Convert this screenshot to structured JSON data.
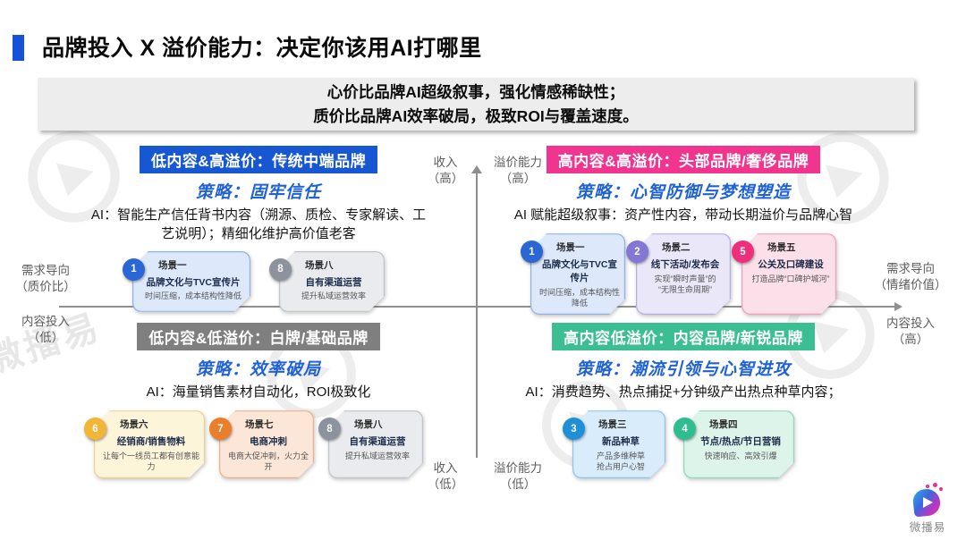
{
  "page": {
    "title": "品牌投入 X 溢价能力：决定你该用AI打哪里"
  },
  "banner": {
    "line1": "心价比品牌AI超级叙事，强化情感稀缺性；",
    "line2": "质价比品牌AI效率破局，极致ROI与覆盖速度。"
  },
  "accent": {
    "title_bar": "#1552d8",
    "strategy": "#1f62d8",
    "axis_line": "#8f8f8f"
  },
  "axes": {
    "top_left": "收入\n（高）",
    "top_right": "溢价能力\n（高）",
    "bottom_left": "收入\n（低）",
    "bottom_right": "溢价能力\n（低）",
    "left_top": "需求导向\n（质价比）",
    "left_bottom": "内容投入\n（低）",
    "right_top": "需求导向\n（情绪价值）",
    "right_bottom": "内容投入\n（高）"
  },
  "quadrants": [
    {
      "id": "top-left",
      "header": "低内容&高溢价：传统中端品牌",
      "header_bg": "#1857d2",
      "strategy": "策略：固牢信任",
      "ai": "AI：智能生产信任背书内容（溯源、质检、专家解读、工艺说明）；精细化维护高价值老客",
      "cards": [
        {
          "num": "1",
          "label": "场景一",
          "title": "品牌文化与TVC宣传片",
          "subtitle": "时间压缩，成本结构性降低",
          "colors": {
            "circle": "#2a66d4",
            "bg": "#dde9fb",
            "border": "#8fb1e8"
          }
        },
        {
          "num": "8",
          "label": "场景八",
          "title": "自有渠道运营",
          "subtitle": "提升私域运营效率",
          "colors": {
            "circle": "#8d939c",
            "bg": "#e9ebee",
            "border": "#bfc4cb"
          }
        }
      ]
    },
    {
      "id": "top-right",
      "header": "高内容&高溢价：头部品牌/奢侈品牌",
      "header_bg": "#f1348e",
      "strategy": "策略：心智防御与梦想塑造",
      "ai": "AI 赋能超级叙事：资产性内容，带动长期溢价与品牌心智",
      "cards": [
        {
          "num": "1",
          "label": "场景一",
          "title": "品牌文化与TVC宣传片",
          "subtitle": "时间压缩，成本结构性降低",
          "colors": {
            "circle": "#2a66d4",
            "bg": "#dde9fb",
            "border": "#8fb1e8"
          }
        },
        {
          "num": "2",
          "label": "场景二",
          "title": "线下活动/发布会",
          "subtitle": "实现“瞬时声量”的\n“无限生命周期”",
          "colors": {
            "circle": "#8377d6",
            "bg": "#eae7f9",
            "border": "#b6ace6"
          }
        },
        {
          "num": "5",
          "label": "场景五",
          "title": "公关及口碑建设",
          "subtitle": "打造品牌“口碑护城河”",
          "colors": {
            "circle": "#ee2f7b",
            "bg": "#fbdfe9",
            "border": "#f29ebd"
          }
        }
      ]
    },
    {
      "id": "bottom-left",
      "header": "低内容&低溢价：白牌/基础品牌",
      "header_bg": "#7f7f7f",
      "strategy": "策略：效率破局",
      "ai": "AI：海量销售素材自动化，ROI极致化",
      "cards": [
        {
          "num": "6",
          "label": "场景六",
          "title": "经销商/销售物料",
          "subtitle": "让每个一线员工都有创意能力",
          "colors": {
            "circle": "#f2b636",
            "bg": "#fdf5da",
            "border": "#ecd493"
          }
        },
        {
          "num": "7",
          "label": "场景七",
          "title": "电商冲刺",
          "subtitle": "电商大促冲刺，火力全开",
          "colors": {
            "circle": "#ec7d2b",
            "bg": "#fbe6d7",
            "border": "#eeb088"
          }
        },
        {
          "num": "8",
          "label": "场景八",
          "title": "自有渠道运营",
          "subtitle": "提升私域运营效率",
          "colors": {
            "circle": "#8d939c",
            "bg": "#e9ebee",
            "border": "#bfc4cb"
          }
        }
      ]
    },
    {
      "id": "bottom-right",
      "header": "高内容低溢价：内容品牌/新锐品牌",
      "header_bg": "#3bbf92",
      "strategy": "策略：潮流引领与心智进攻",
      "ai": "AI：消费趋势、热点捕捉+分钟级产出热点种草内容；",
      "cards": [
        {
          "num": "3",
          "label": "场景三",
          "title": "新品种草",
          "subtitle": "产品多维种草\n抢占用户心智",
          "colors": {
            "circle": "#1f8fd8",
            "bg": "#d9ecfb",
            "border": "#8cc6ea"
          }
        },
        {
          "num": "4",
          "label": "场景四",
          "title": "节点/热点/节日营销",
          "subtitle": "快速响应、高效引爆",
          "colors": {
            "circle": "#2dbd8e",
            "bg": "#ddf4ea",
            "border": "#8fd9bd"
          }
        }
      ]
    }
  ],
  "watermark": {
    "text": "微播易"
  },
  "logo": {
    "text": "微播易"
  }
}
